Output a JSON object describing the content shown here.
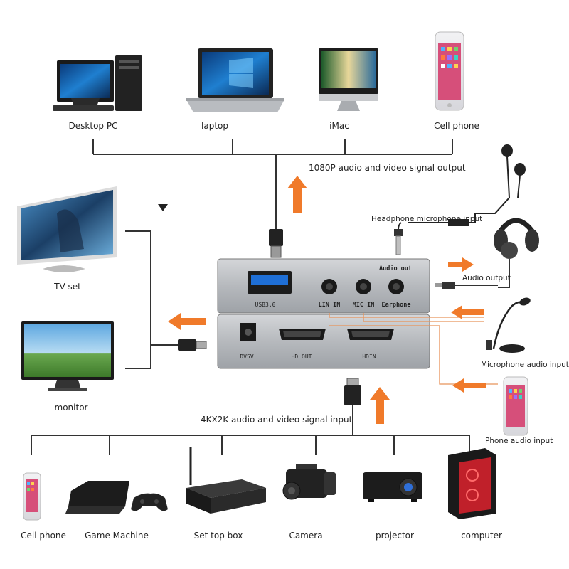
{
  "top_devices": [
    "Desktop PC",
    "laptop",
    "iMac",
    "Cell phone"
  ],
  "top_signal_label": "1080P audio and video signal output",
  "left_devices": [
    "TV set",
    "monitor"
  ],
  "right_labels": {
    "headphone_mic": "Headphone microphone input",
    "audio_output": "Audio output",
    "microphone": "Microphone audio input",
    "phone": "Phone audio input"
  },
  "device_ports_top": {
    "usb": "USB3.0",
    "audio_out_header": "Audio out",
    "lin": "LIN IN",
    "mic": "MIC IN",
    "earphone": "Earphone"
  },
  "device_ports_bottom": {
    "dc": "DV5V",
    "hdout": "HD OUT",
    "hdin": "HDIN"
  },
  "bottom_signal_label": "4KX2K audio and video signal input",
  "bottom_devices": [
    "Cell phone",
    "Game Machine",
    "Set top box",
    "Camera",
    "projector",
    "computer"
  ],
  "colors": {
    "arrow": "#f07a2a",
    "cable": "#333333",
    "orange_line": "#e8935a",
    "device_body": "#b5b8bc"
  }
}
